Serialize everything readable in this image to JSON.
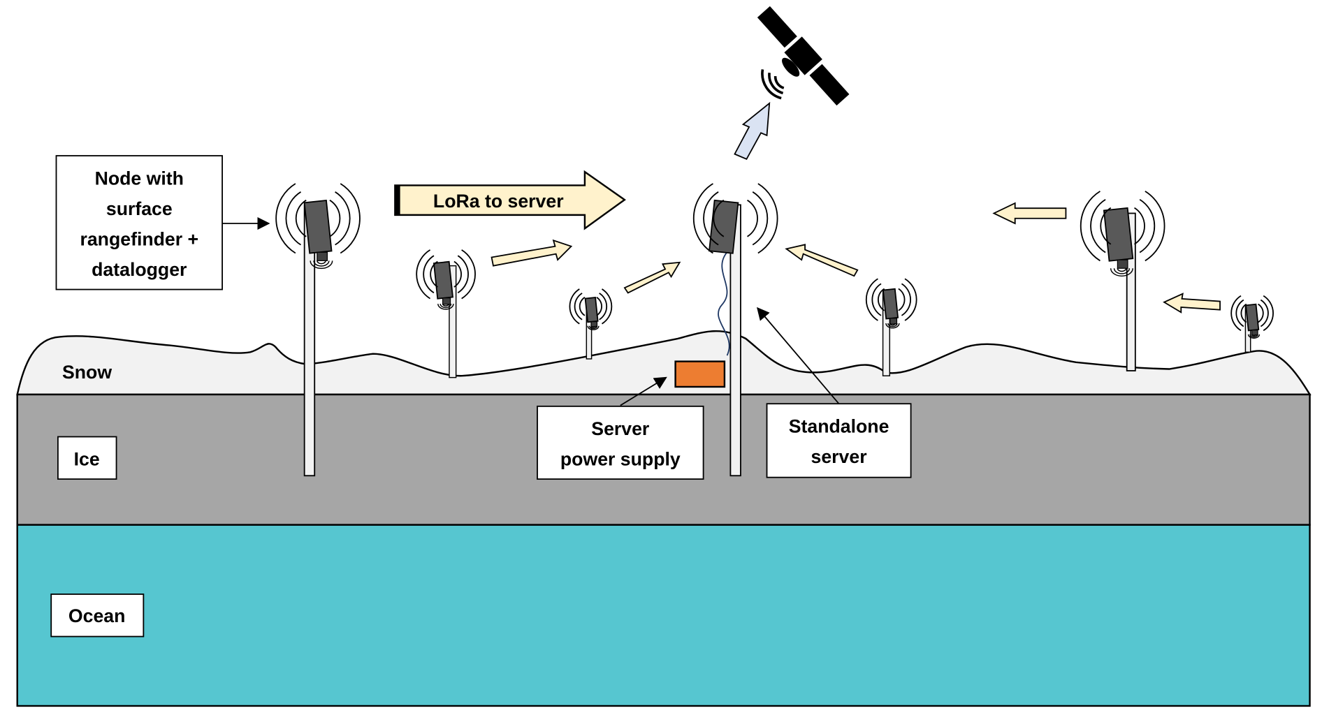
{
  "title": "Snow and ice LoRa sensor network diagram",
  "layers": {
    "snow": {
      "label": "Snow",
      "color": "#f2f2f2"
    },
    "ice": {
      "label": "Ice",
      "color": "#a6a6a6"
    },
    "ocean": {
      "label": "Ocean",
      "color": "#56c6d0"
    }
  },
  "callouts": {
    "node": [
      "Node with",
      "surface",
      "rangefinder +",
      "datalogger"
    ],
    "power": [
      "Server",
      "power supply"
    ],
    "server": [
      "Standalone",
      "server"
    ]
  },
  "lora_arrow": {
    "label": "LoRa to server",
    "color": "#fff2cc"
  },
  "satellite_uplink_color": "#dae3f3",
  "power_supply_color": "#ed7d31",
  "sensor_color": "#595959",
  "cable_color": "#1f3864"
}
